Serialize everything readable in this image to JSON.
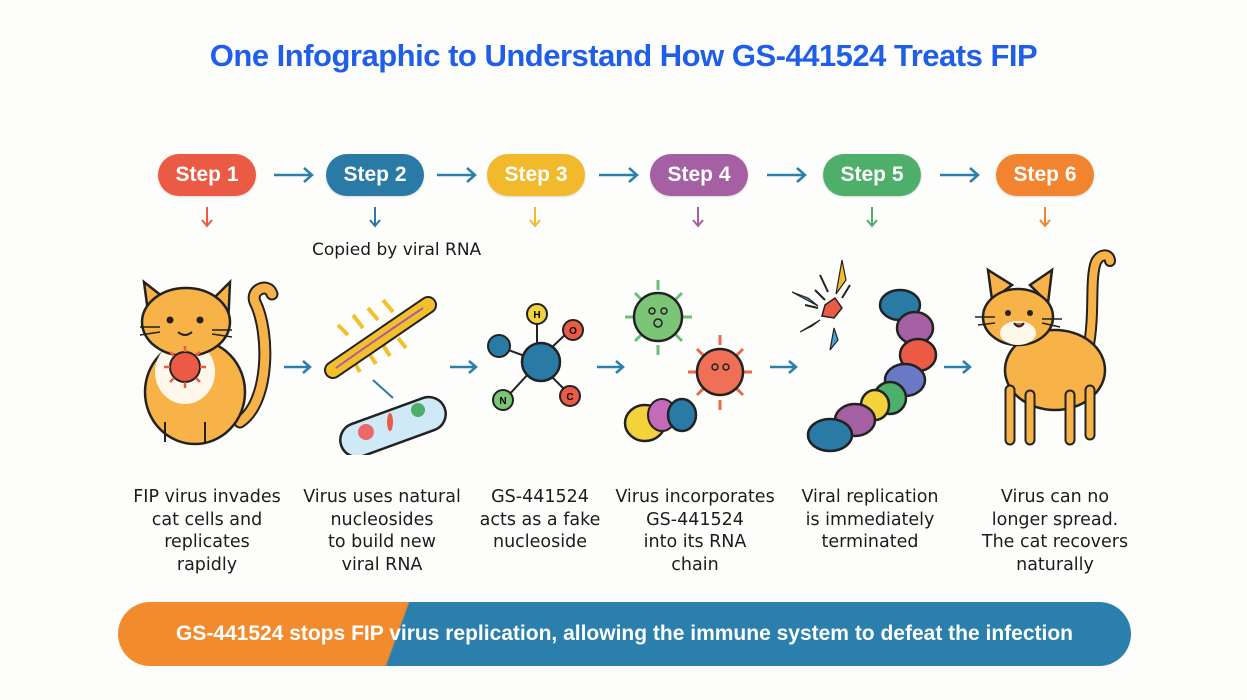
{
  "title": "One Infographic to Understand How GS-441524 Treats FIP",
  "colors": {
    "title": "#1f5ee8",
    "arrow": "#2a7fad",
    "banner_left": "#f28b2e",
    "banner_right": "#2a7fad"
  },
  "steps": [
    {
      "label": "Step 1",
      "color": "#ea5a45",
      "illustration": "cat-infected-icon",
      "description": "FIP virus invades\ncat cells and\nreplicates\nrapidly"
    },
    {
      "label": "Step 2",
      "color": "#2a7aa6",
      "illustration": "viral-rna-icon",
      "note": "Copied by viral RNA",
      "description": "Virus uses natural\nnucleosides\nto build new\nviral RNA"
    },
    {
      "label": "Step 3",
      "color": "#f3b92c",
      "illustration": "molecule-icon",
      "atoms": [
        "H",
        "O",
        "N",
        "C"
      ],
      "description": "GS-441524\nacts as a fake\nnucleoside"
    },
    {
      "label": "Step 4",
      "color": "#a55fa3",
      "illustration": "virus-icon",
      "description": "Virus incorporates\nGS-441524\ninto its RNA\nchain"
    },
    {
      "label": "Step 5",
      "color": "#4daf6a",
      "illustration": "broken-chain-icon",
      "description": "Viral replication\nis immediately\nterminated"
    },
    {
      "label": "Step 6",
      "color": "#f2842f",
      "illustration": "healthy-cat-icon",
      "description": "Virus can no\nlonger spread.\nThe cat recovers\nnaturally"
    }
  ],
  "banner": "GS-441524 stops FIP virus replication, allowing the immune system to defeat the infection"
}
